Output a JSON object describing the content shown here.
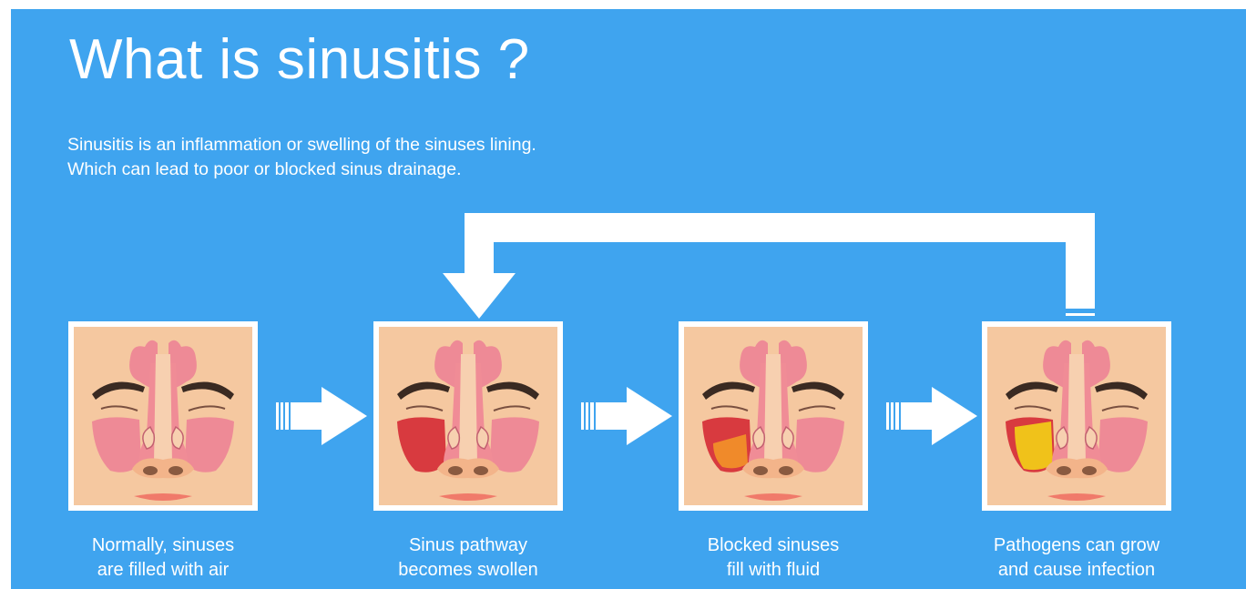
{
  "title": "What is sinusitis ?",
  "subtitle": {
    "line1": "Sinusitis is an inflammation or swelling of the sinuses lining.",
    "line2": "Which can lead to poor or blocked sinus drainage."
  },
  "steps": [
    {
      "line1": "Normally, sinuses",
      "line2": "are filled with air",
      "sinus_fill": "#ee8a96",
      "fluid": "none",
      "right_sinus": "#ee8a96"
    },
    {
      "line1": "Sinus pathway",
      "line2": "becomes swollen",
      "sinus_fill": "#d83a3f",
      "fluid": "none",
      "right_sinus": "#ee8a96"
    },
    {
      "line1": "Blocked sinuses",
      "line2": "fill with fluid",
      "sinus_fill": "#d83a3f",
      "fluid": "#f08a2a",
      "right_sinus": "#ee8a96"
    },
    {
      "line1": "Pathogens can grow",
      "line2": "and cause infection",
      "sinus_fill": "#d83a3f",
      "fluid": "#f0c21a",
      "right_sinus": "#ee8a96"
    }
  ],
  "colors": {
    "background": "#3fa4ef",
    "arrow": "#ffffff",
    "skin": "#f5c8a0",
    "sinus_pink": "#ee8a96",
    "swollen_red": "#d83a3f",
    "fluid_orange": "#f08a2a",
    "pathogen_yellow": "#f0c21a"
  },
  "icons": [
    "right-arrow-icon",
    "feedback-loop-arrow-icon",
    "face-sinus-icon"
  ]
}
